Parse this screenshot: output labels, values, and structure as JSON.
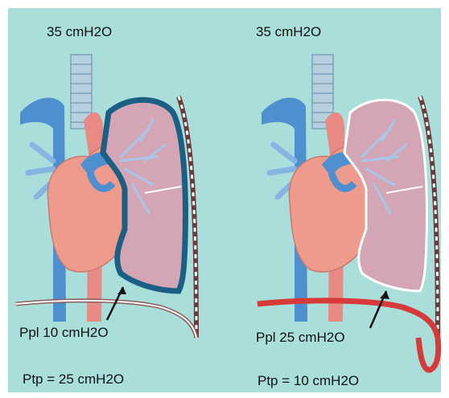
{
  "panels": [
    {
      "airway_pressure": "35 cmH2O",
      "pleural_pressure": "Ppl 10 cmH2O",
      "transpulmonary_pressure": "Ptp = 25 cmH2O",
      "pleura_color": "#1c5f85"
    },
    {
      "airway_pressure": "35 cmH2O",
      "pleural_pressure": "Ppl 25 cmH2O",
      "transpulmonary_pressure": "Ptp = 10 cmH2O",
      "pleura_color": "#ffffff"
    }
  ],
  "colors": {
    "background": "#a9dedb",
    "lung": "#d4a6b5",
    "heart": "#ee9a8c",
    "vessel_blue": "#4d8fcf",
    "vessel_light_blue": "#86b5e3",
    "artery_red": "#e98a84",
    "diaphragm_red": "#d83a3a"
  }
}
